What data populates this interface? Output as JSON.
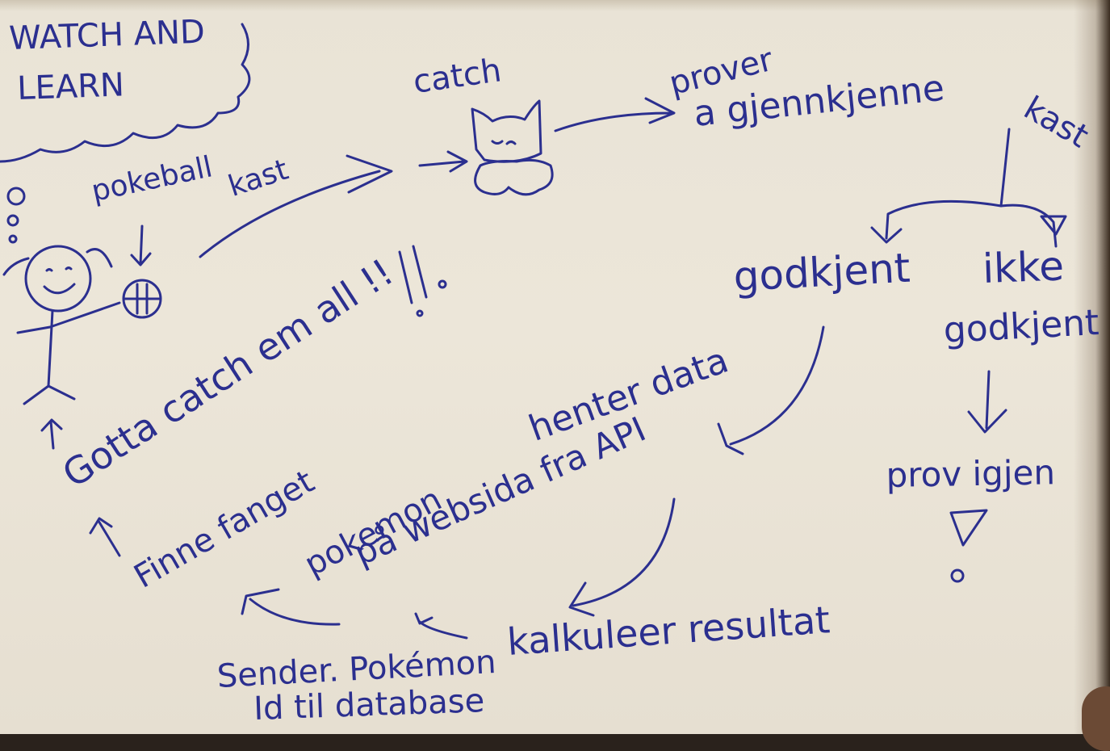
{
  "notes": {
    "watch_and_learn_line1": "WATCH AND",
    "watch_and_learn_line2": "LEARN",
    "pokeball": "pokeball",
    "kast_throw": "kast",
    "catch": "catch",
    "prover_line1": "prover",
    "prover_line2": "a gjennkjenne",
    "kast_right": "kast",
    "godkjent": "godkjent",
    "ikke": "ikke",
    "godkjent_2": "godkjent",
    "prov_igjen": "prov igjen",
    "gotta_catch": "Gotta catch em all !!",
    "henter_data": "henter data",
    "pa_websida": "på websida fra API",
    "finne_fanget": "Finne fanget",
    "pokemon": "pokemon",
    "kalkuleer": "kalkuleer resultat",
    "sender_line1": "Sender. Pokémon",
    "sender_line2": "Id til database"
  },
  "colors": {
    "ink": "#2b2f8f",
    "paper": "#ece6d9"
  }
}
